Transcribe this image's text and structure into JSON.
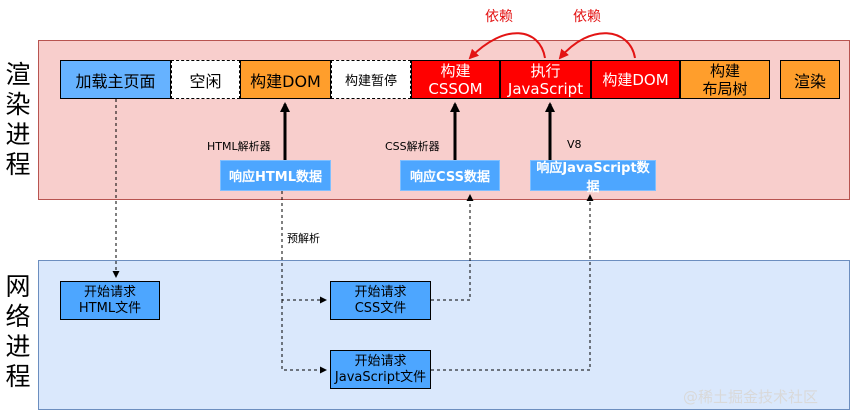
{
  "processes": {
    "render": "渲染\n进程",
    "network": "网络\n进程"
  },
  "pipeline": {
    "load_main_page": "加载主页面",
    "idle": "空闲",
    "build_dom_1": "构建DOM",
    "build_paused": "构建暂停",
    "build_cssom": "构建\nCSSOM",
    "exec_js": "执行\nJavaScript",
    "build_dom_2": "构建DOM",
    "build_layout_tree": "构建\n布局树",
    "render_step": "渲染"
  },
  "dependencies": {
    "dep1": "依赖",
    "dep2": "依赖"
  },
  "parsers": {
    "html_parser": "HTML解析器",
    "css_parser": "CSS解析器",
    "v8": "V8",
    "preparse": "预解析"
  },
  "responses": {
    "html_data": "响应HTML数据",
    "css_data": "响应CSS数据",
    "js_data": "响应JavaScript数据"
  },
  "network_requests": {
    "html_file": "开始请求\nHTML文件",
    "css_file": "开始请求\nCSS文件",
    "js_file": "开始请求\nJavaScript文件"
  },
  "watermark": "@稀土掘金技术社区",
  "colors": {
    "render_region": "#f8cecc",
    "network_region": "#dae8fc",
    "blue_box": "#66b2ff",
    "orange_box": "#ff9e2c",
    "red_box": "#ff0000",
    "dependency_arrow": "#e31414"
  }
}
